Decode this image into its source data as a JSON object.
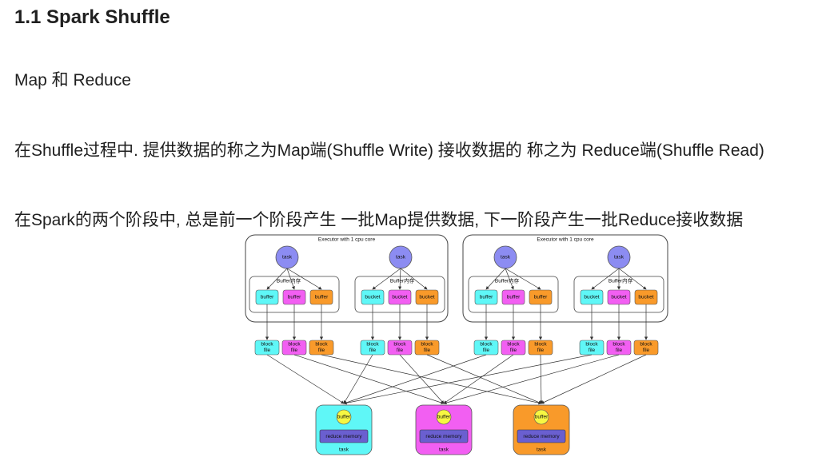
{
  "heading": "1.1 Spark Shuffle",
  "paragraphs": [
    "Map 和 Reduce",
    "在Shuffle过程中. 提供数据的称之为Map端(Shuffle Write)  接收数据的 称之为 Reduce端(Shuffle Read)",
    "在Spark的两个阶段中, 总是前一个阶段产生 一批Map提供数据, 下一阶段产生一批Reduce接收数据"
  ],
  "diagram": {
    "executor_label": "Executor with 1 cpu core",
    "task_label": "task",
    "buffer_group_label": "Buffer内存",
    "buffer_label": "buffer",
    "bucket_label": "bucket",
    "block_file_line1": "block",
    "block_file_line2": "file",
    "reduce_buffer_label": "buffer",
    "reduce_memory_label": "reduce memory",
    "reduce_task_label": "task",
    "colors": {
      "task": "#8c8cf2",
      "cyan": "#5ff7f7",
      "magenta": "#f25ff2",
      "orange": "#f99a2a",
      "yellow": "#f7f742",
      "memory": "#6a5fd0"
    }
  }
}
